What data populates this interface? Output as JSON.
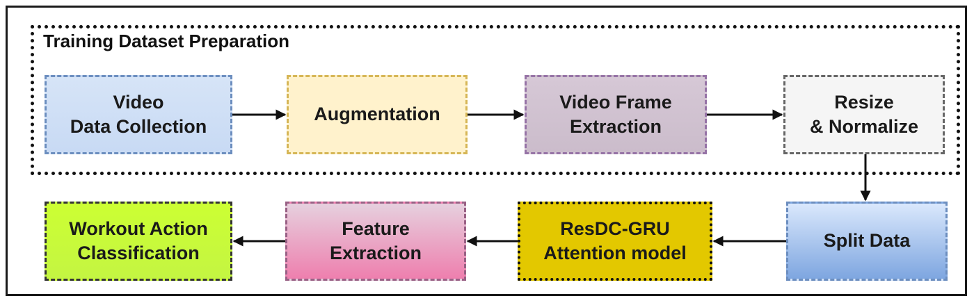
{
  "group": {
    "title": "Training Dataset Preparation"
  },
  "steps": [
    {
      "id": "video-data-collection",
      "label": "Video\nData Collection",
      "fill": "#d6e4f7",
      "fill2": "#c8daf4",
      "border": "#6c8ebf",
      "style": "dashed"
    },
    {
      "id": "augmentation",
      "label": "Augmentation",
      "fill": "#fff2cc",
      "fill2": "#fff2cc",
      "border": "#d6b656",
      "style": "dashed"
    },
    {
      "id": "video-frame-extraction",
      "label": "Video Frame\nExtraction",
      "fill": "#d6c8d6",
      "fill2": "#cbbccb",
      "border": "#9673a6",
      "style": "dashed"
    },
    {
      "id": "resize-normalize",
      "label": "Resize\n& Normalize",
      "fill": "#f5f5f5",
      "fill2": "#f5f5f5",
      "border": "#666666",
      "style": "dashed"
    },
    {
      "id": "split-data",
      "label": "Split Data",
      "fill": "#dae8fc",
      "fill2": "#7ea6e0",
      "border": "#6c8ebf",
      "style": "dashed"
    },
    {
      "id": "resdc-gru-attention-model",
      "label": "ResDC-GRU\nAttention model",
      "fill": "#e3c800",
      "fill2": "#e3c800",
      "border": "#111111",
      "style": "dotted"
    },
    {
      "id": "feature-extraction",
      "label": "Feature\nExtraction",
      "fill": "#e6d0de",
      "fill2": "#ee7fae",
      "border": "#996185",
      "style": "dashed"
    },
    {
      "id": "workout-action-classification",
      "label": "Workout Action\nClassification",
      "fill": "#ccff33",
      "fill2": "#c4f542",
      "border": "#333333",
      "style": "dashed"
    }
  ]
}
